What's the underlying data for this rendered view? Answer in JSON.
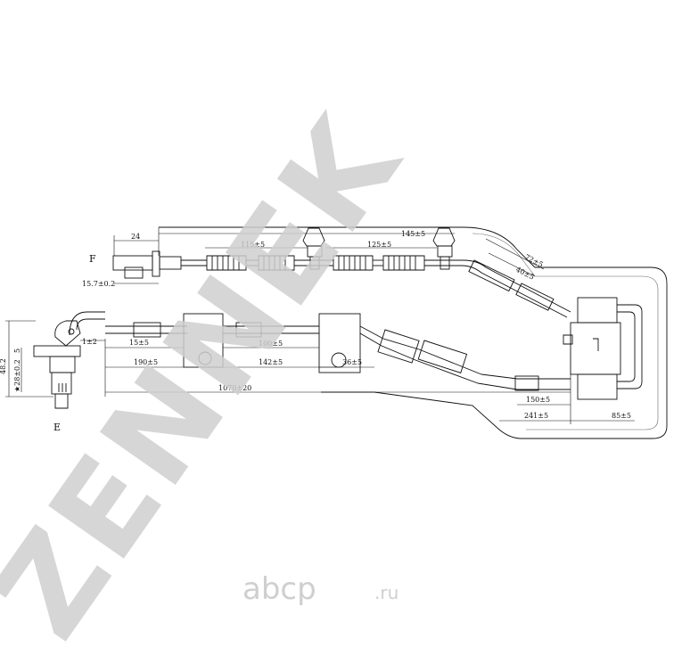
{
  "watermark": {
    "text": "ZENNEK",
    "color": "#cfcfcf"
  },
  "brand": {
    "name": "abcp",
    "tld": ".ru",
    "color": "#cfcfcf"
  },
  "views": {
    "top_label": "F",
    "bottom_label": "E"
  },
  "dimensions": {
    "d24": "24",
    "d15_7": "15.7±0.2",
    "d115": "115±5",
    "d145": "145±5",
    "d125": "125±5",
    "d72": "72±5",
    "d40": "40±5",
    "d48_2": "48.2",
    "d5": "5",
    "d28": "★28±0.2",
    "d1": "1±2",
    "d15": "15±5",
    "d100": "100±5",
    "d190": "190±5",
    "d142": "142±5",
    "d36": "36±5",
    "d1070": "1070±20",
    "d150": "150±5",
    "d241": "241±5",
    "d85": "85±5"
  },
  "colors": {
    "line": "#111111",
    "background": "#ffffff"
  }
}
